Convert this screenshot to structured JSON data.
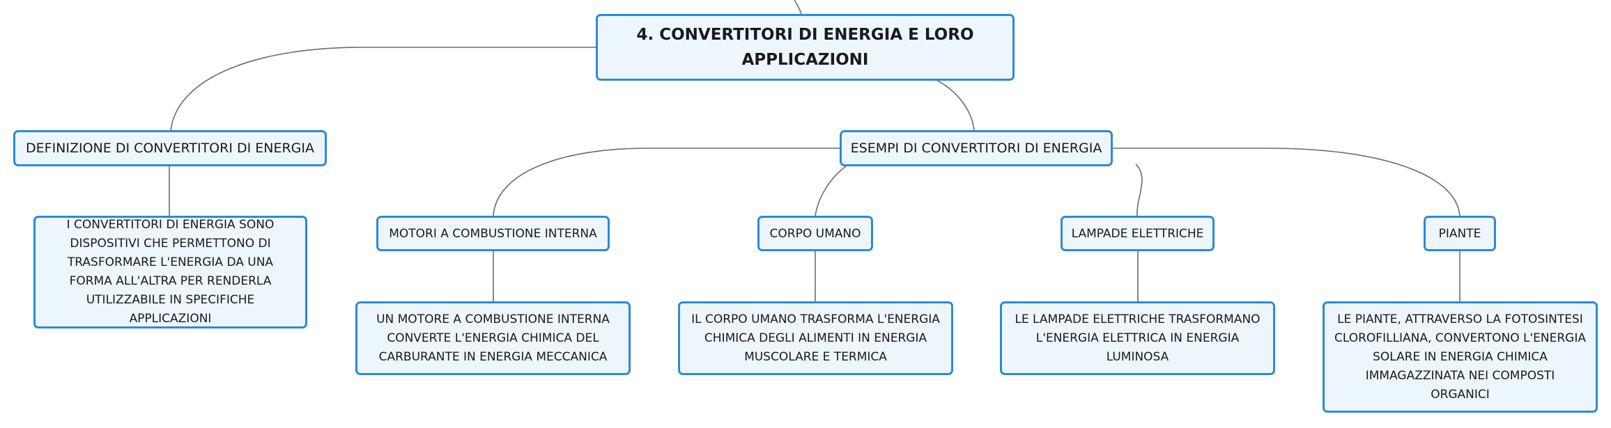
{
  "root": {
    "title": "4. CONVERTITORI DI ENERGIA E LORO APPLICAZIONI"
  },
  "definition": {
    "title": "DEFINIZIONE DI CONVERTITORI DI ENERGIA",
    "text": "I CONVERTITORI DI ENERGIA SONO DISPOSITIVI CHE PERMETTONO DI TRASFORMARE L'ENERGIA DA UNA FORMA ALL'ALTRA PER RENDERLA UTILIZZABILE IN SPECIFICHE APPLICAZIONI"
  },
  "examples": {
    "title": "ESEMPI DI CONVERTITORI DI ENERGIA",
    "items": [
      {
        "title": "MOTORI A COMBUSTIONE INTERNA",
        "text": "UN MOTORE A COMBUSTIONE INTERNA CONVERTE L'ENERGIA CHIMICA DEL CARBURANTE IN ENERGIA MECCANICA"
      },
      {
        "title": "CORPO UMANO",
        "text": "IL CORPO UMANO TRASFORMA L'ENERGIA CHIMICA DEGLI ALIMENTI IN ENERGIA MUSCOLARE E TERMICA"
      },
      {
        "title": "LAMPADE ELETTRICHE",
        "text": "LE LAMPADE ELETTRICHE TRASFORMANO L'ENERGIA ELETTRICA IN ENERGIA LUMINOSA"
      },
      {
        "title": "PIANTE",
        "text": "LE PIANTE, ATTRAVERSO LA FOTOSINTESI CLOROFILLIANA, CONVERTONO L'ENERGIA SOLARE IN ENERGIA CHIMICA IMMAGAZZINATA NEI COMPOSTI ORGANICI"
      }
    ]
  },
  "colors": {
    "border": "#2b8ad9",
    "fill": "#eef6fd",
    "connector": "#6b6b6b"
  }
}
